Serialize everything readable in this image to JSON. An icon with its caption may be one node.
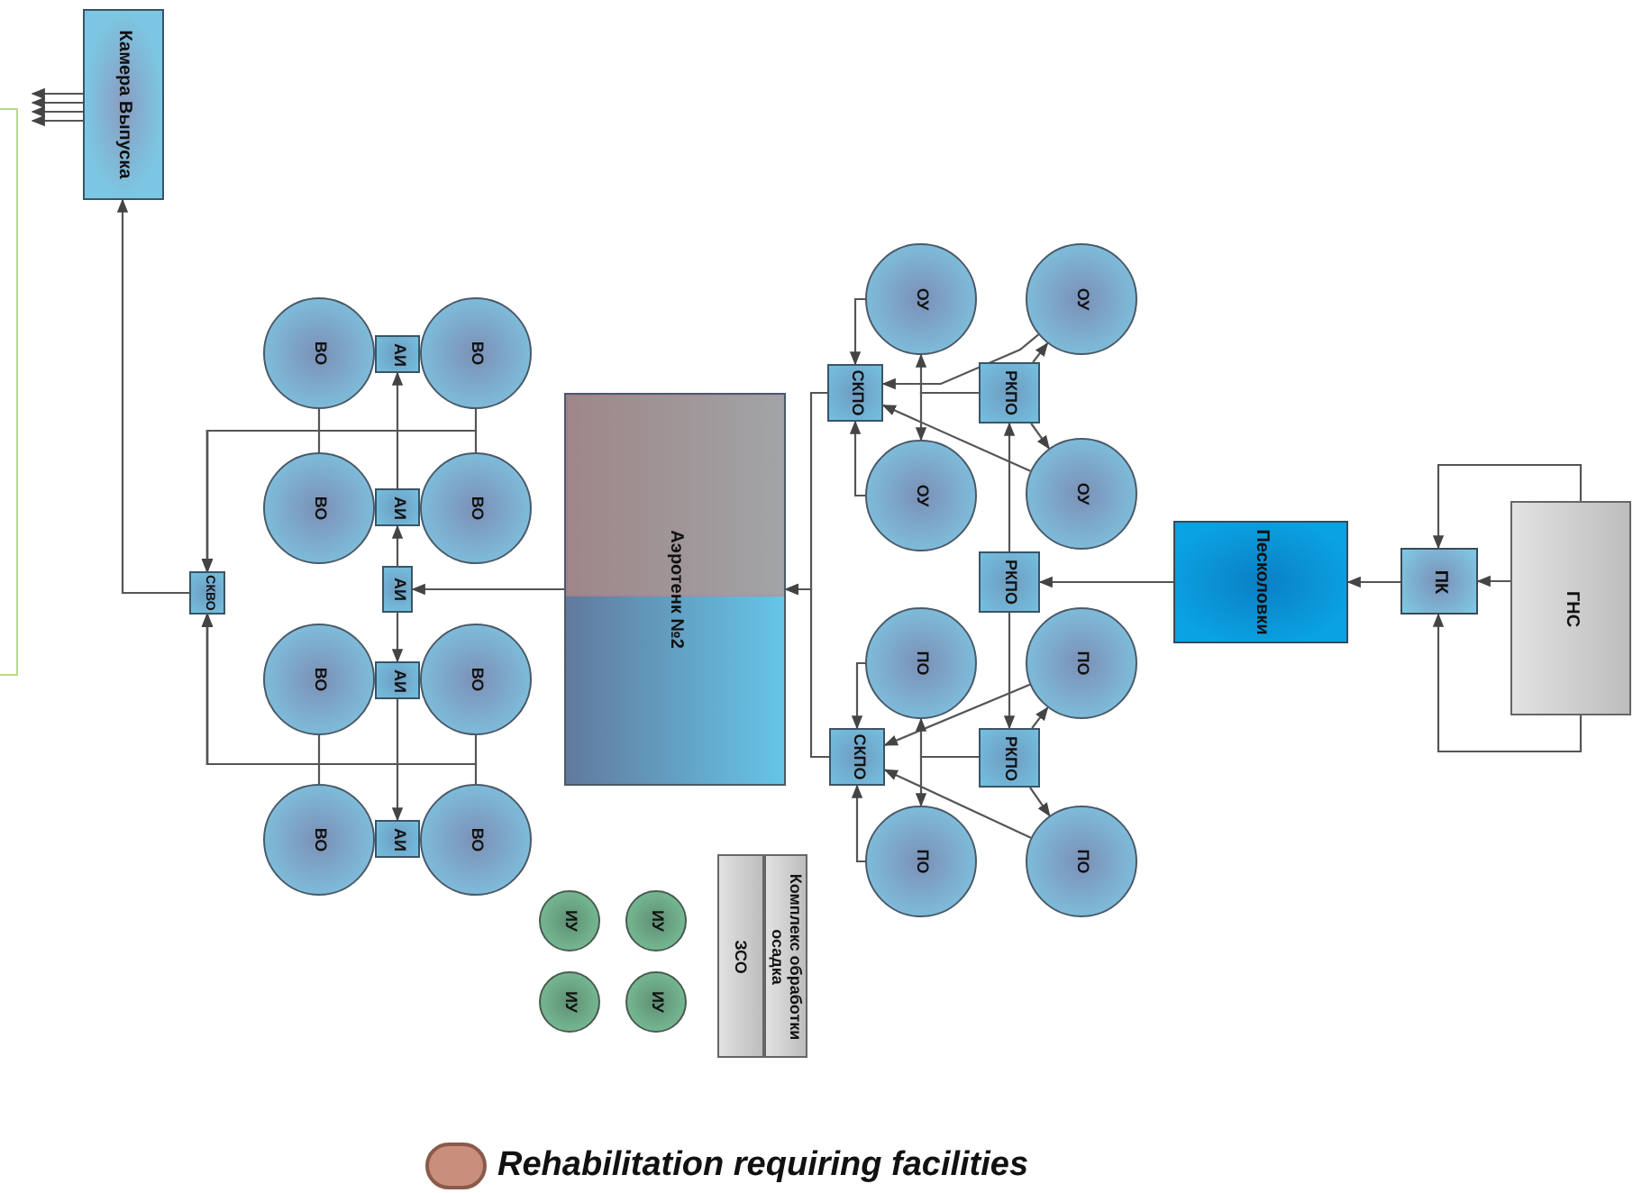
{
  "diagram": {
    "nodes": [
      {
        "text": [
          "Камера Выпуска"
        ]
      },
      {
        "text": [
          "СКВО"
        ]
      },
      {
        "text": [
          "ВО"
        ]
      },
      {
        "text": [
          "АИ"
        ]
      },
      {
        "text": [
          "ВО"
        ]
      },
      {
        "text": [
          "ВО"
        ]
      },
      {
        "text": [
          "АИ"
        ]
      },
      {
        "text": [
          "ВО"
        ]
      },
      {
        "text": [
          "АИ"
        ]
      },
      {
        "text": [
          "ВО"
        ]
      },
      {
        "text": [
          "АИ"
        ]
      },
      {
        "text": [
          "ВО"
        ]
      },
      {
        "text": [
          "ВО"
        ]
      },
      {
        "text": [
          "АИ"
        ]
      },
      {
        "text": [
          "ВО"
        ]
      },
      {
        "text": [
          "Аэротенк №2"
        ]
      },
      {
        "text": [
          "ИУ"
        ]
      },
      {
        "text": [
          "ИУ"
        ]
      },
      {
        "text": [
          "ИУ"
        ]
      },
      {
        "text": [
          "ИУ"
        ]
      },
      {
        "text": [
          "ЗСО"
        ]
      },
      {
        "text": [
          "Комплекс обработки осадка"
        ]
      },
      {
        "text": [
          "СКПО"
        ]
      },
      {
        "text": [
          "ОУ"
        ]
      },
      {
        "text": [
          "ОУ"
        ]
      },
      {
        "text": [
          "РКПО"
        ]
      },
      {
        "text": [
          "ОУ"
        ]
      },
      {
        "text": [
          "ОУ"
        ]
      },
      {
        "text": [
          "РКПО"
        ]
      },
      {
        "text": [
          "ПО"
        ]
      },
      {
        "text": [
          "ПО"
        ]
      },
      {
        "text": [
          "СКПО"
        ]
      },
      {
        "text": [
          "РКПО"
        ]
      },
      {
        "text": [
          "ПО"
        ]
      },
      {
        "text": [
          "ПО"
        ]
      },
      {
        "text": [
          "Песколовки"
        ]
      },
      {
        "text": [
          "ПК"
        ]
      },
      {
        "text": [
          "ГНС"
        ]
      }
    ],
    "edges": [
      {
        "from": 0,
        "to": null,
        "arrow": "to"
      },
      {
        "from": 0,
        "to": null,
        "arrow": "to"
      },
      {
        "from": 0,
        "to": null,
        "arrow": "to"
      },
      {
        "from": 0,
        "to": null,
        "arrow": "to"
      },
      {
        "from": 1,
        "to": 0,
        "arrow": "to"
      },
      {
        "from": 2,
        "to": 1,
        "arrow": "to"
      },
      {
        "from": 4,
        "to": 1,
        "arrow": "to"
      },
      {
        "from": 5,
        "to": 1,
        "arrow": "to"
      },
      {
        "from": 7,
        "to": 1,
        "arrow": "to"
      },
      {
        "from": 9,
        "to": 1,
        "arrow": "to"
      },
      {
        "from": 11,
        "to": 1,
        "arrow": "to"
      },
      {
        "from": 12,
        "to": 1,
        "arrow": "to"
      },
      {
        "from": 14,
        "to": 1,
        "arrow": "to"
      },
      {
        "from": 15,
        "to": 8,
        "arrow": "to"
      },
      {
        "from": 8,
        "to": 6,
        "arrow": "to"
      },
      {
        "from": 6,
        "to": 3,
        "arrow": "to"
      },
      {
        "from": 8,
        "to": 10,
        "arrow": "to"
      },
      {
        "from": 10,
        "to": 13,
        "arrow": "to"
      },
      {
        "from": 22,
        "to": 15,
        "arrow": "to"
      },
      {
        "from": 31,
        "to": 15,
        "arrow": "to"
      },
      {
        "from": 23,
        "to": 22,
        "arrow": "to"
      },
      {
        "from": 26,
        "to": 22,
        "arrow": "to"
      },
      {
        "from": 24,
        "to": 22,
        "arrow": "to"
      },
      {
        "from": 27,
        "to": 22,
        "arrow": "to"
      },
      {
        "from": 25,
        "to": 23,
        "arrow": "to"
      },
      {
        "from": 25,
        "to": 26,
        "arrow": "to"
      },
      {
        "from": 25,
        "to": 24,
        "arrow": "to"
      },
      {
        "from": 25,
        "to": 27,
        "arrow": "to"
      },
      {
        "from": 28,
        "to": 25,
        "arrow": "to"
      },
      {
        "from": 28,
        "to": 32,
        "arrow": "to"
      },
      {
        "from": 29,
        "to": 31,
        "arrow": "to"
      },
      {
        "from": 33,
        "to": 31,
        "arrow": "to"
      },
      {
        "from": 30,
        "to": 31,
        "arrow": "to"
      },
      {
        "from": 34,
        "to": 31,
        "arrow": "to"
      },
      {
        "from": 32,
        "to": 29,
        "arrow": "to"
      },
      {
        "from": 32,
        "to": 33,
        "arrow": "to"
      },
      {
        "from": 32,
        "to": 30,
        "arrow": "to"
      },
      {
        "from": 32,
        "to": 34,
        "arrow": "to"
      },
      {
        "from": 35,
        "to": 28,
        "arrow": "to"
      },
      {
        "from": 36,
        "to": 35,
        "arrow": "to"
      },
      {
        "from": 37,
        "to": 36,
        "arrow": "to"
      },
      {
        "from": 37,
        "to": 36,
        "arrow": "to"
      },
      {
        "from": 37,
        "to": 36,
        "arrow": "to"
      }
    ],
    "legend": [
      {
        "text": "Rehabilitation requiring facilities",
        "color": "#c98f7c"
      }
    ]
  }
}
